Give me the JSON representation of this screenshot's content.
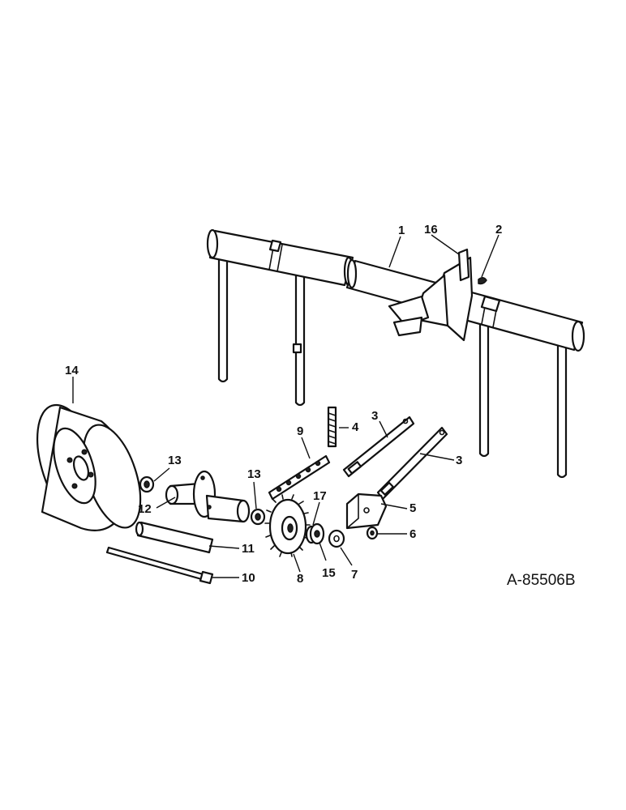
{
  "reference_code": "A-85506B",
  "callouts": {
    "c1": "1",
    "c2": "2",
    "c3a": "3",
    "c3b": "3",
    "c4": "4",
    "c5": "5",
    "c6": "6",
    "c7": "7",
    "c8": "8",
    "c9": "9",
    "c10": "10",
    "c11": "11",
    "c12": "12",
    "c13a": "13",
    "c13b": "13",
    "c14": "14",
    "c15": "15",
    "c16": "16",
    "c17": "17"
  }
}
